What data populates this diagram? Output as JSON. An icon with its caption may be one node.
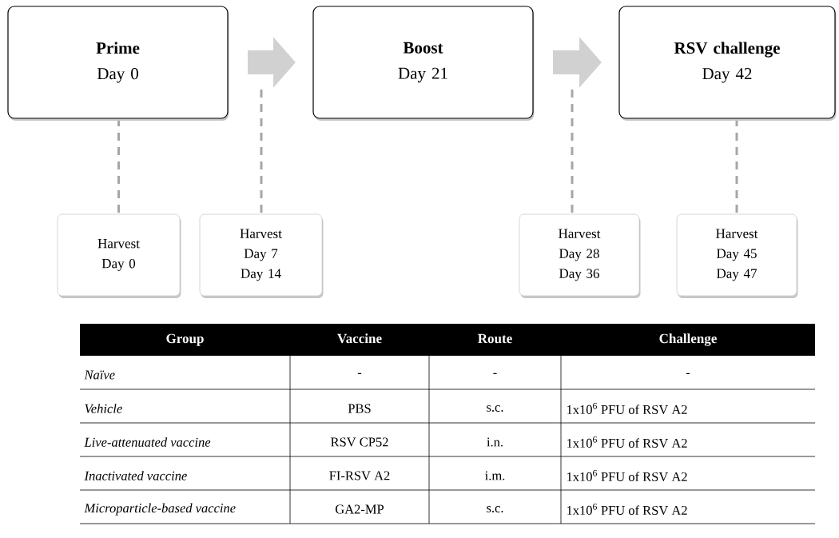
{
  "diagram": {
    "nodes": [
      {
        "text": [
          "Prime",
          "Day 0"
        ]
      },
      {
        "text": [
          "Boost",
          "Day 21"
        ]
      },
      {
        "text": [
          "RSV challenge",
          "Day 42"
        ]
      },
      {
        "text": [
          "Harvest",
          "Day 0"
        ]
      },
      {
        "text": [
          "Harvest",
          "Day 7",
          "Day 14"
        ]
      },
      {
        "text": [
          "Harvest",
          "Day 28",
          "Day 36"
        ]
      },
      {
        "text": [
          "Harvest",
          "Day 45",
          "Day 47"
        ]
      }
    ],
    "edges": [
      {
        "from": 0,
        "to": 1,
        "arrow": "to",
        "style": "thick"
      },
      {
        "from": 1,
        "to": 2,
        "arrow": "to",
        "style": "thick"
      },
      {
        "from": 0,
        "to": 3,
        "arrow": "none",
        "style": "dashed"
      },
      {
        "from": null,
        "to": 4,
        "arrow": "none",
        "style": "dashed"
      },
      {
        "from": null,
        "to": 5,
        "arrow": "none",
        "style": "dashed"
      },
      {
        "from": 2,
        "to": 6,
        "arrow": "none",
        "style": "dashed"
      }
    ],
    "labels": [
      "Group",
      "Vaccine",
      "Route",
      "Challenge",
      "Naïve",
      "-",
      "-",
      "-",
      "Vehicle",
      "PBS",
      "s.c.",
      "1x10$^{6}$ PFU of RSV A2",
      "Live-attenuated vaccine",
      "RSV CP52",
      "i.n.",
      "1x10$^{6}$ PFU of RSV A2",
      "Inactivated vaccine",
      "FI-RSV A2",
      "i.m.",
      "1x10$^{6}$ PFU of RSV A2",
      "Microparticle-based vaccine",
      "GA2-MP",
      "s.c.",
      "1x10$^{6}$ PFU of RSV A2"
    ]
  }
}
